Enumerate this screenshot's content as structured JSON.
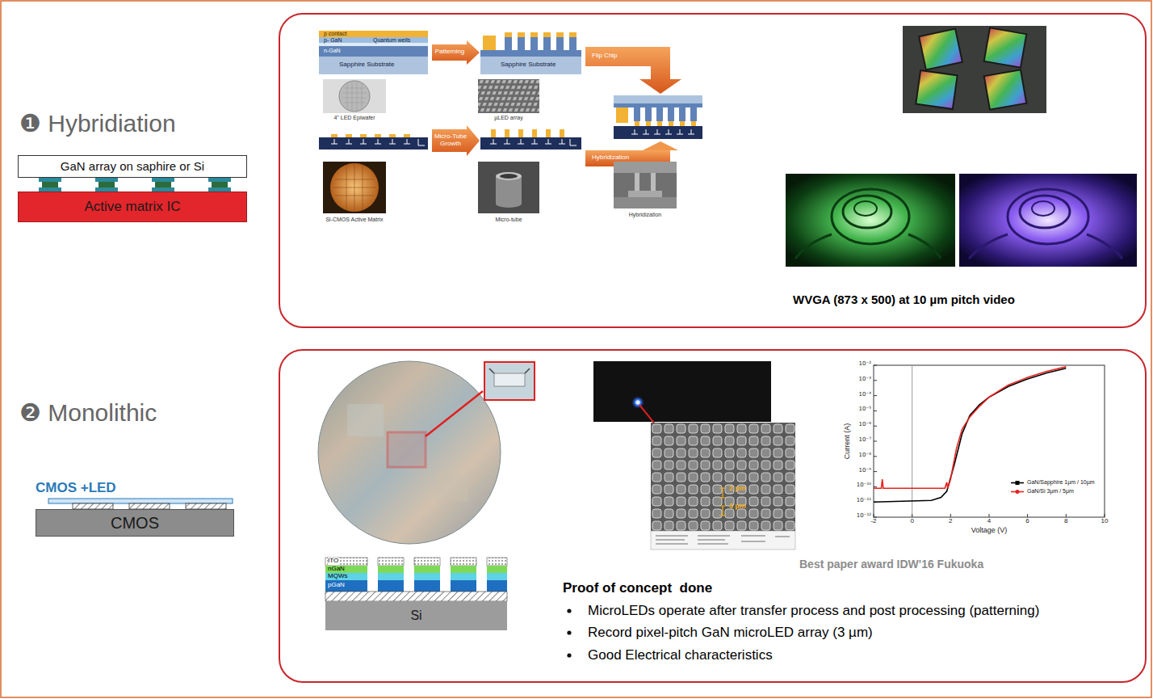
{
  "diagram": {
    "nodes": [
      {
        "text": [
          "WVGA (873 x 500) at 10 µm pitch video"
        ]
      },
      {
        "text": [
          "Best paper award IDW'16 Fukuoka",
          "Proof of concept  done",
          "MicroLEDs operate after transfer process and post processing (patterning)",
          "Record pixel-pitch GaN microLED array (3 µm)",
          "Good Electrical characteristics"
        ]
      },
      {
        "text": [
          "GaN array on saphire or Si"
        ]
      },
      {
        "text": [
          "Active matrix IC"
        ]
      },
      {
        "text": [
          "CMOS"
        ]
      },
      {
        "text": [
          "Si"
        ],
        "in": 1
      }
    ],
    "labels": [
      "❶ Hybridiation",
      "❷ Monolithic",
      "CMOS +LED",
      "p contact",
      "p- GaN",
      "Quantum wells",
      "n-GaN",
      "Sapphire Substrate",
      "Sapphire Substrate",
      "Patterning",
      "Flip Chip",
      "Micro-Tube Growth",
      "Hybridization",
      "4\" LED Epiwafer",
      "µLED array",
      "Si-CMOS Active Matrix",
      "Micro-tube",
      "Hybridization",
      "ITO",
      "nGaN",
      "MQWs",
      "pGaN",
      "2 µm",
      "3 µm",
      "Current (A)",
      "Voltage (V)",
      "-2",
      "0",
      "2",
      "4",
      "6",
      "8",
      "10",
      "10⁻²",
      "10⁻³",
      "10⁻⁴",
      "10⁻⁵",
      "10⁻⁶",
      "10⁻⁷",
      "10⁻⁸",
      "10⁻⁹",
      "10⁻¹⁰",
      "10⁻¹¹",
      "10⁻¹²"
    ],
    "legend": [
      {
        "text": "GaN/Sapphire 1µm / 10µm"
      },
      {
        "text": "GaN/Si 3µm / 5µm"
      }
    ]
  }
}
